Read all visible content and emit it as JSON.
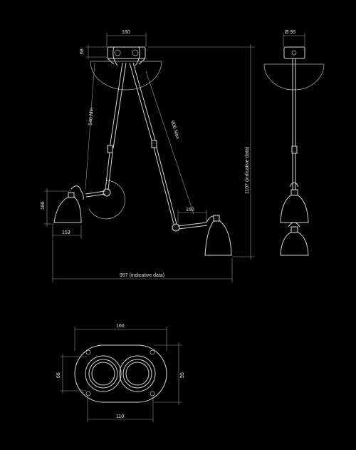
{
  "dimensions": {
    "top_width": "160",
    "top_height": "68",
    "arm_min": "540 Min",
    "arm_max": "900 Max",
    "total_height": "1107 (indicative data)",
    "shade_height": "186",
    "shade_width": "153",
    "lower_arm": "160",
    "total_width": "957 (indicative data)",
    "side_diameter": "Ø 95",
    "plate_width": "160",
    "plate_inner_height": "66",
    "plate_height": "95",
    "plate_hole_spacing": "110"
  }
}
